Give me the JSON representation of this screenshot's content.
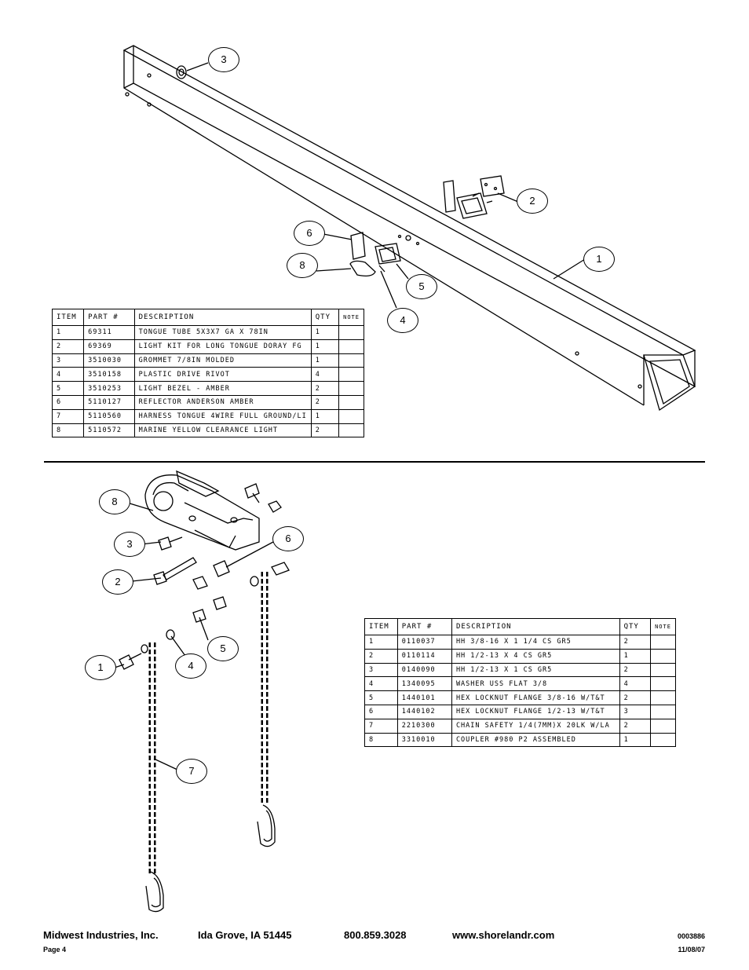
{
  "top_table": {
    "headers": [
      "ITEM",
      "PART #",
      "DESCRIPTION",
      "QTY",
      "NOTE"
    ],
    "rows": [
      [
        "1",
        "69311",
        "TONGUE TUBE 5X3X7 GA X 78IN",
        "1",
        ""
      ],
      [
        "2",
        "69369",
        "LIGHT KIT FOR LONG TONGUE DORAY FG",
        "1",
        ""
      ],
      [
        "3",
        "3510030",
        "GROMMET  7/8IN MOLDED",
        "1",
        ""
      ],
      [
        "4",
        "3510158",
        "PLASTIC DRIVE RIVOT",
        "4",
        ""
      ],
      [
        "5",
        "3510253",
        "LIGHT BEZEL - AMBER",
        "2",
        ""
      ],
      [
        "6",
        "5110127",
        "REFLECTOR ANDERSON AMBER",
        "2",
        ""
      ],
      [
        "7",
        "5110560",
        "HARNESS TONGUE 4WIRE FULL GROUND/LI",
        "1",
        ""
      ],
      [
        "8",
        "5110572",
        "MARINE YELLOW CLEARANCE LIGHT",
        "2",
        ""
      ]
    ]
  },
  "bottom_table": {
    "headers": [
      "ITEM",
      "PART #",
      "DESCRIPTION",
      "QTY",
      "NOTE"
    ],
    "rows": [
      [
        "1",
        "0110037",
        "HH 3/8-16 X 1 1/4 CS GR5",
        "2",
        ""
      ],
      [
        "2",
        "0110114",
        "HH 1/2-13 X 4 CS GR5",
        "1",
        ""
      ],
      [
        "3",
        "0140090",
        "HH 1/2-13 X 1 CS GR5",
        "2",
        ""
      ],
      [
        "4",
        "1340095",
        "WASHER USS FLAT 3/8",
        "4",
        ""
      ],
      [
        "5",
        "1440101",
        "HEX LOCKNUT FLANGE 3/8-16 W/T&T",
        "2",
        ""
      ],
      [
        "6",
        "1440102",
        "HEX LOCKNUT FLANGE 1/2-13 W/T&T",
        "3",
        ""
      ],
      [
        "7",
        "2210300",
        "CHAIN SAFETY 1/4(7MM)X 20LK W/LA",
        "2",
        ""
      ],
      [
        "8",
        "3310010",
        "COUPLER #980 P2 ASSEMBLED",
        "1",
        ""
      ]
    ]
  },
  "top_balloons": [
    "3",
    "2",
    "6",
    "8",
    "1",
    "5",
    "4"
  ],
  "bottom_balloons": [
    "8",
    "3",
    "6",
    "2",
    "5",
    "1",
    "4",
    "7"
  ],
  "footer": {
    "company": "Midwest Industries, Inc.",
    "city": "Ida Grove, IA  51445",
    "phone": "800.859.3028",
    "website": "www.shorelandr.com",
    "doc_number": "0003886",
    "page": "Page 4",
    "date": "11/08/07"
  }
}
